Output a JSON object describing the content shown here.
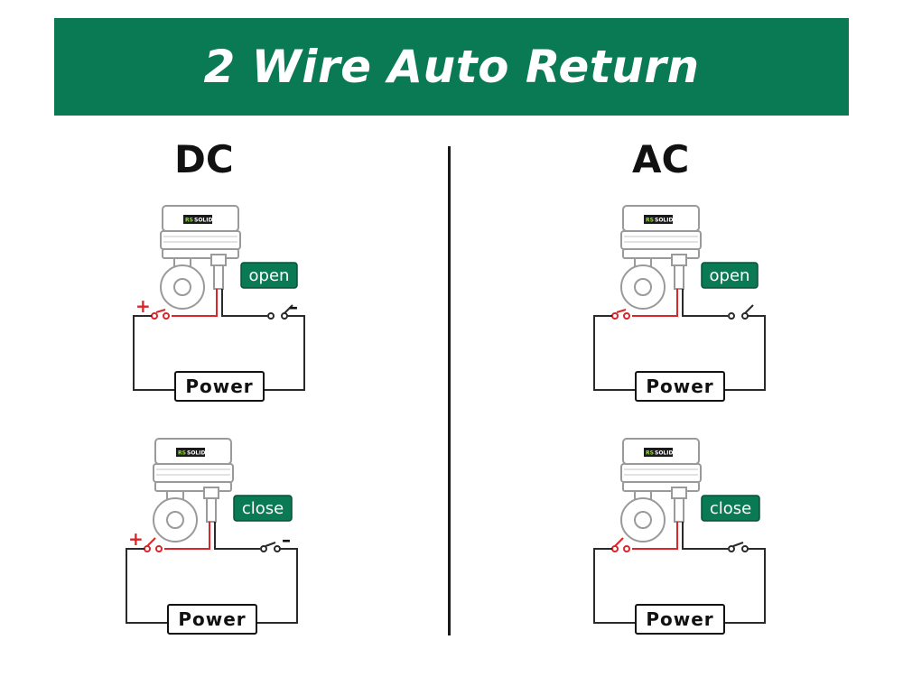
{
  "banner": {
    "title": "2 Wire Auto Return"
  },
  "sections": [
    {
      "heading": "DC"
    },
    {
      "heading": "AC"
    }
  ],
  "diagrams": [
    {
      "section": "DC",
      "state": "open",
      "state_label": "open",
      "power_label": "Power",
      "brand_prefix": "RS",
      "brand_name": "SOLID",
      "plus_sign": "+",
      "minus_sign": "–"
    },
    {
      "section": "DC",
      "state": "close",
      "state_label": "close",
      "power_label": "Power",
      "brand_prefix": "RS",
      "brand_name": "SOLID",
      "plus_sign": "+",
      "minus_sign": "–"
    },
    {
      "section": "AC",
      "state": "open",
      "state_label": "open",
      "power_label": "Power",
      "brand_prefix": "RS",
      "brand_name": "SOLID"
    },
    {
      "section": "AC",
      "state": "close",
      "state_label": "close",
      "power_label": "Power",
      "brand_prefix": "RS",
      "brand_name": "SOLID"
    }
  ],
  "colors": {
    "brand_green": "#0a7a55",
    "wire_red": "#d8262b",
    "wire_black": "#2a2a2a",
    "logo_accent": "#9bd84a"
  }
}
